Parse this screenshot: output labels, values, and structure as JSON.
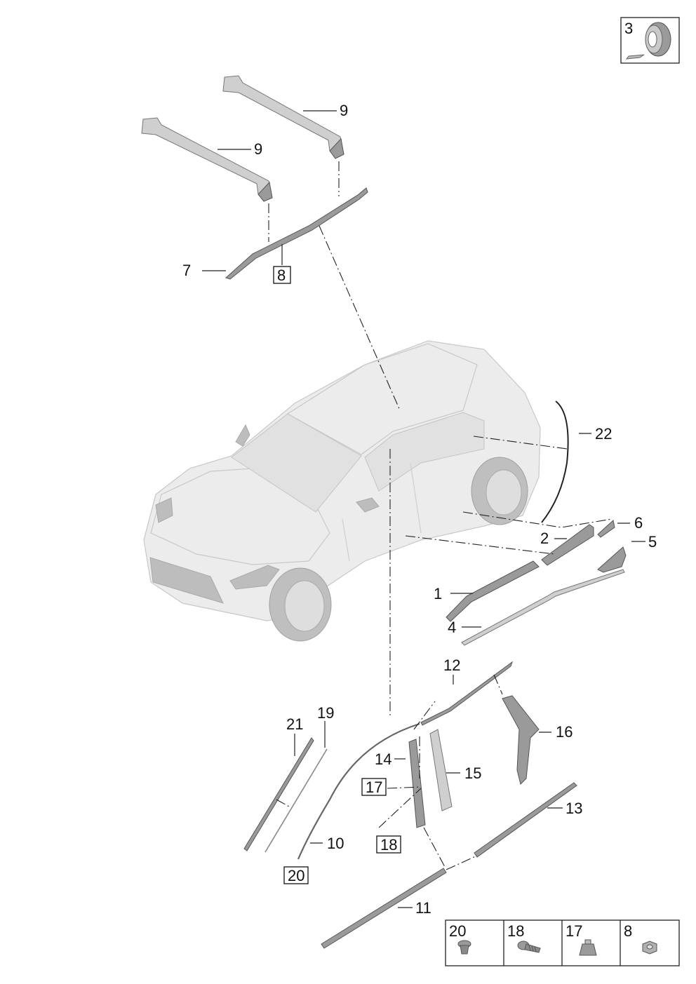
{
  "callouts": {
    "c1": "1",
    "c2": "2",
    "c4": "4",
    "c5": "5",
    "c6": "6",
    "c7": "7",
    "c8": "8",
    "c9a": "9",
    "c9b": "9",
    "c10": "10",
    "c11": "11",
    "c12": "12",
    "c13": "13",
    "c14": "14",
    "c15": "15",
    "c16": "16",
    "c17": "17",
    "c18": "18",
    "c19": "19",
    "c20": "20",
    "c21": "21",
    "c22": "22"
  },
  "inset_top": {
    "number": "3",
    "icon": "tape-roll-icon"
  },
  "legend": [
    {
      "number": "20",
      "icon": "clip-icon"
    },
    {
      "number": "18",
      "icon": "screw-icon"
    },
    {
      "number": "17",
      "icon": "grommet-icon"
    },
    {
      "number": "8",
      "icon": "nut-icon"
    }
  ]
}
